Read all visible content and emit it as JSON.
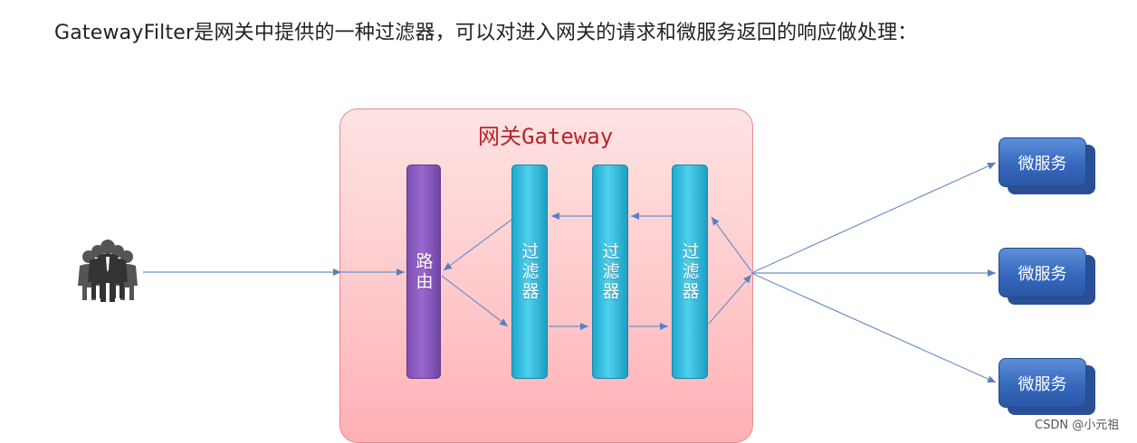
{
  "heading": "GatewayFilter是网关中提供的一种过滤器，可以对进入网关的请求和微服务返回的响应做处理：",
  "gateway": {
    "title": "网关Gateway"
  },
  "route": {
    "label": "路由"
  },
  "filters": [
    {
      "label": "过滤器"
    },
    {
      "label": "过滤器"
    },
    {
      "label": "过滤器"
    }
  ],
  "services": [
    {
      "label": "微服务"
    },
    {
      "label": "微服务"
    },
    {
      "label": "微服务"
    }
  ],
  "icons": {
    "users": "users-icon"
  },
  "colors": {
    "gateway_fill": "#ffc9cb",
    "gateway_border": "#e08d93",
    "gateway_title": "#b5262b",
    "route": "#8a5cc4",
    "filter": "#3fc0e4",
    "service": "#3668bd",
    "arrow": "#5a7fc0"
  },
  "watermark": "CSDN @小元祖"
}
